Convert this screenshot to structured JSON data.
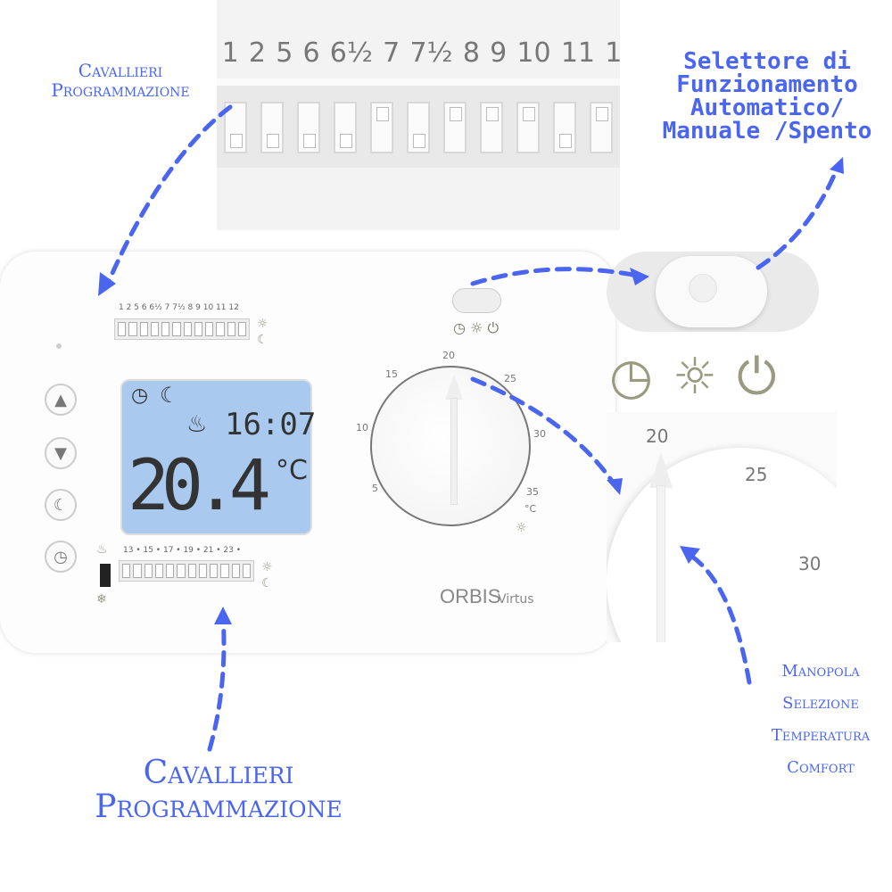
{
  "accent_color": "#4a66f0",
  "labels": {
    "top_left": "Cavallieri Programmazione",
    "bottom_left": "Cavallieri Programmazione",
    "top_right": [
      "Selettore di",
      "Funzionamento",
      "Automatico/",
      "Manuale /Spento"
    ],
    "bottom_right": [
      "Manopola",
      "Selezione",
      "Temperatura",
      "Comfort"
    ]
  },
  "inset_top": {
    "hour_numbers": [
      "1",
      "2",
      "5",
      "6",
      "6½",
      "7",
      "7½",
      "8",
      "9",
      "10",
      "11",
      "1"
    ]
  },
  "device": {
    "top_strip_numbers": "1 2 5 6 6½ 7 7½ 8 9 10 11 12",
    "bottom_strip_numbers": "13 • 15 • 17 • 19 • 21 • 23 •",
    "lcd": {
      "time": "16:07",
      "temperature": "20.4",
      "unit": "°C",
      "icons": [
        "clock-icon",
        "moon-icon",
        "flame-icon"
      ]
    },
    "buttons": [
      "up-button",
      "down-button",
      "moon-button",
      "clock-button"
    ],
    "mode_icons": [
      "clock-icon",
      "sun-icon",
      "power-icon"
    ],
    "dial_scale": [
      "5",
      "10",
      "15",
      "20",
      "25",
      "30",
      "35"
    ],
    "dial_unit": "°C",
    "brand": "ORBIS",
    "model": "Virtus"
  },
  "dial_inset_scale": [
    "20",
    "25",
    "30"
  ]
}
